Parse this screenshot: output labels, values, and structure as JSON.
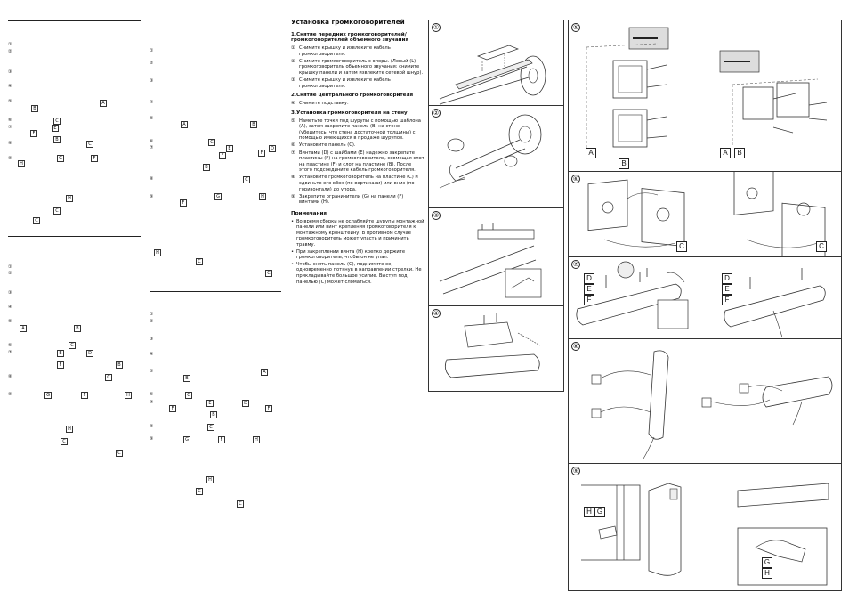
{
  "instructions": {
    "title": "Установка громкоговорителей",
    "sections": [
      {
        "heading": "1.Снятие передних громкоговорителей/ громкоговорителей объемного звучания",
        "steps": [
          {
            "num": "①",
            "text": "Снимите крышку и извлеките кабель громкоговорителя."
          },
          {
            "num": "②",
            "text": "Снимите громкоговоритель с опоры. (Левый (L) громкоговоритель объемного звучания: снимите крышку панели и затем извлеките сетевой шнур)."
          },
          {
            "num": "③",
            "text": "Снимите крышку и извлеките кабель громкоговорителя."
          }
        ]
      },
      {
        "heading": "2.Снятие центрального громкоговорителя",
        "steps": [
          {
            "num": "④",
            "text": "Снимите подставку."
          }
        ]
      },
      {
        "heading": "3.Установка громкоговорителя на стену",
        "steps": [
          {
            "num": "⑤",
            "text": "Наметьте точки под шурупы с помощью шаблона (A), затем закрепите панель (B) на стене (убедитесь, что стена достаточной толщины) с помощью имеющихся в продаже шурупов."
          },
          {
            "num": "⑥",
            "text": "Установите панель (C)."
          },
          {
            "num": "⑦",
            "text": "Винтами (D) с шайбами (E) надежно закрепите пластины (F) на громкоговорителе, совмещая слот на пластине (F) и слот на пластине (B). После этого подсоедините кабель громкоговорителя."
          },
          {
            "num": "⑧",
            "text": "Установите громкоговоритель на пластине (C) и сдвиньте его вбок (по вертикали) или вниз (по горизонтали) до упора."
          },
          {
            "num": "⑨",
            "text": "Закрепите ограничители (G) на панели (F) винтами (H)."
          }
        ]
      }
    ],
    "notes_heading": "Примечания",
    "notes": [
      "Во время сборки не ослабляйте шурупы монтажной панели или винт крепления громкоговорителя к монтажному кронштейну. В противном случае громкоговоритель может упасть и причинить травму.",
      "При закреплении винта (H) крепко держите громкоговоритель, чтобы он не упал.",
      "Чтобы снять панель (C), поднимите ее, одновременно потянув в направлении стрелки. Не прикладывайте большое усилие. Выступ под панелью (C) может сломаться."
    ]
  },
  "figures": {
    "panel_numbers": [
      "①",
      "②",
      "③",
      "④",
      "⑤",
      "⑥",
      "⑦",
      "⑧",
      "⑨"
    ],
    "part_labels": {
      "a": "A",
      "b": "B",
      "c": "C",
      "d": "D",
      "e": "E",
      "f": "F",
      "g": "G",
      "h": "H"
    }
  },
  "faint_column_letters": {
    "col1": [
      "A",
      "B",
      "C",
      "E",
      "F",
      "B",
      "C",
      "G",
      "F",
      "H",
      "H",
      "C",
      "C"
    ],
    "col2": [
      "A",
      "B",
      "C",
      "E",
      "F",
      "C",
      "G",
      "H",
      "F",
      "H",
      "C"
    ]
  }
}
